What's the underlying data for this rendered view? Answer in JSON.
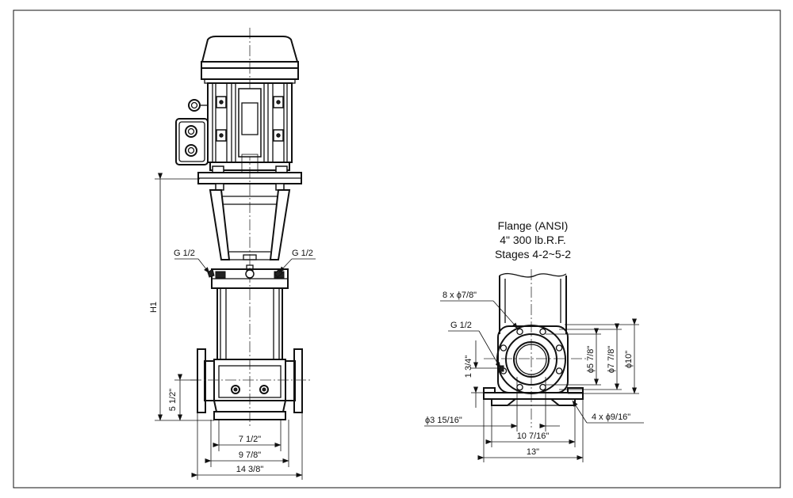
{
  "flange": {
    "title_line1": "Flange (ANSI)",
    "title_line2": "4\" 300 lb.R.F.",
    "title_line3": "Stages 4-2~5-2"
  },
  "pump_view": {
    "g_left": "G 1/2",
    "g_right": "G 1/2",
    "h1": "H1",
    "dim_5_1_2": "5 1/2\"",
    "dim_7_1_2": "7 1/2\"",
    "dim_9_7_8": "9 7/8\"",
    "dim_14_3_8": "14 3/8\""
  },
  "flange_view": {
    "bolt_holes": "8 x ϕ7/8\"",
    "g_port": "G 1/2",
    "dim_1_3_4": "1 3/4\"",
    "dim_5_7_8": "ϕ5 7/8\"",
    "dim_7_7_8": "ϕ7 7/8\"",
    "dim_10": "ϕ10\"",
    "dim_3_15_16": "ϕ3 15/16\"",
    "base_holes": "4 x ϕ9/16\"",
    "dim_10_7_16": "10 7/16\"",
    "dim_13": "13\""
  }
}
